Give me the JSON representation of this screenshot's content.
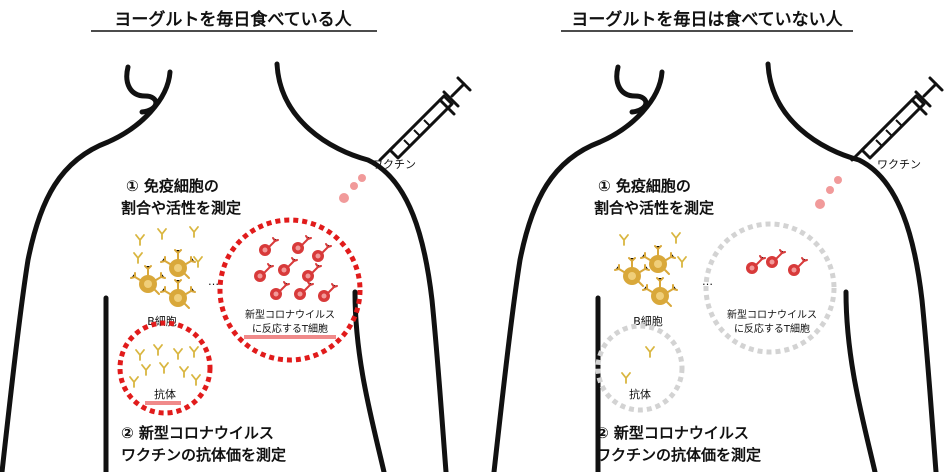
{
  "panels": [
    {
      "title": "ヨーグルトを毎日食べている人",
      "vaccine_label": "ワクチン",
      "step1": [
        "① 免疫細胞の",
        "割合や活性を測定"
      ],
      "b_cell_label": "B細胞",
      "t_cell_label": [
        "新型コロナウイルス",
        "に反応するT細胞"
      ],
      "antibody_label": "抗体",
      "step2": [
        "② 新型コロナウイルス",
        "ワクチンの抗体価を測定"
      ],
      "circle_style": "red",
      "ellipsis": "…"
    },
    {
      "title": "ヨーグルトを毎日は食べていない人",
      "vaccine_label": "ワクチン",
      "step1": [
        "① 免疫細胞の",
        "割合や活性を測定"
      ],
      "b_cell_label": "B細胞",
      "t_cell_label": [
        "新型コロナウイルス",
        "に反応するT細胞"
      ],
      "antibody_label": "抗体",
      "step2": [
        "② 新型コロナウイルス",
        "ワクチンの抗体価を測定"
      ],
      "circle_style": "gray",
      "ellipsis": "…"
    }
  ],
  "colors": {
    "red_dash": "#e11b1b",
    "gray_dash": "#d3d3d3",
    "t_cell": "#d83a3a",
    "b_cell": "#d9a83a",
    "antibody": "#d9b640",
    "highlight": "#f08a8a",
    "droplet": "#f19a9a"
  }
}
